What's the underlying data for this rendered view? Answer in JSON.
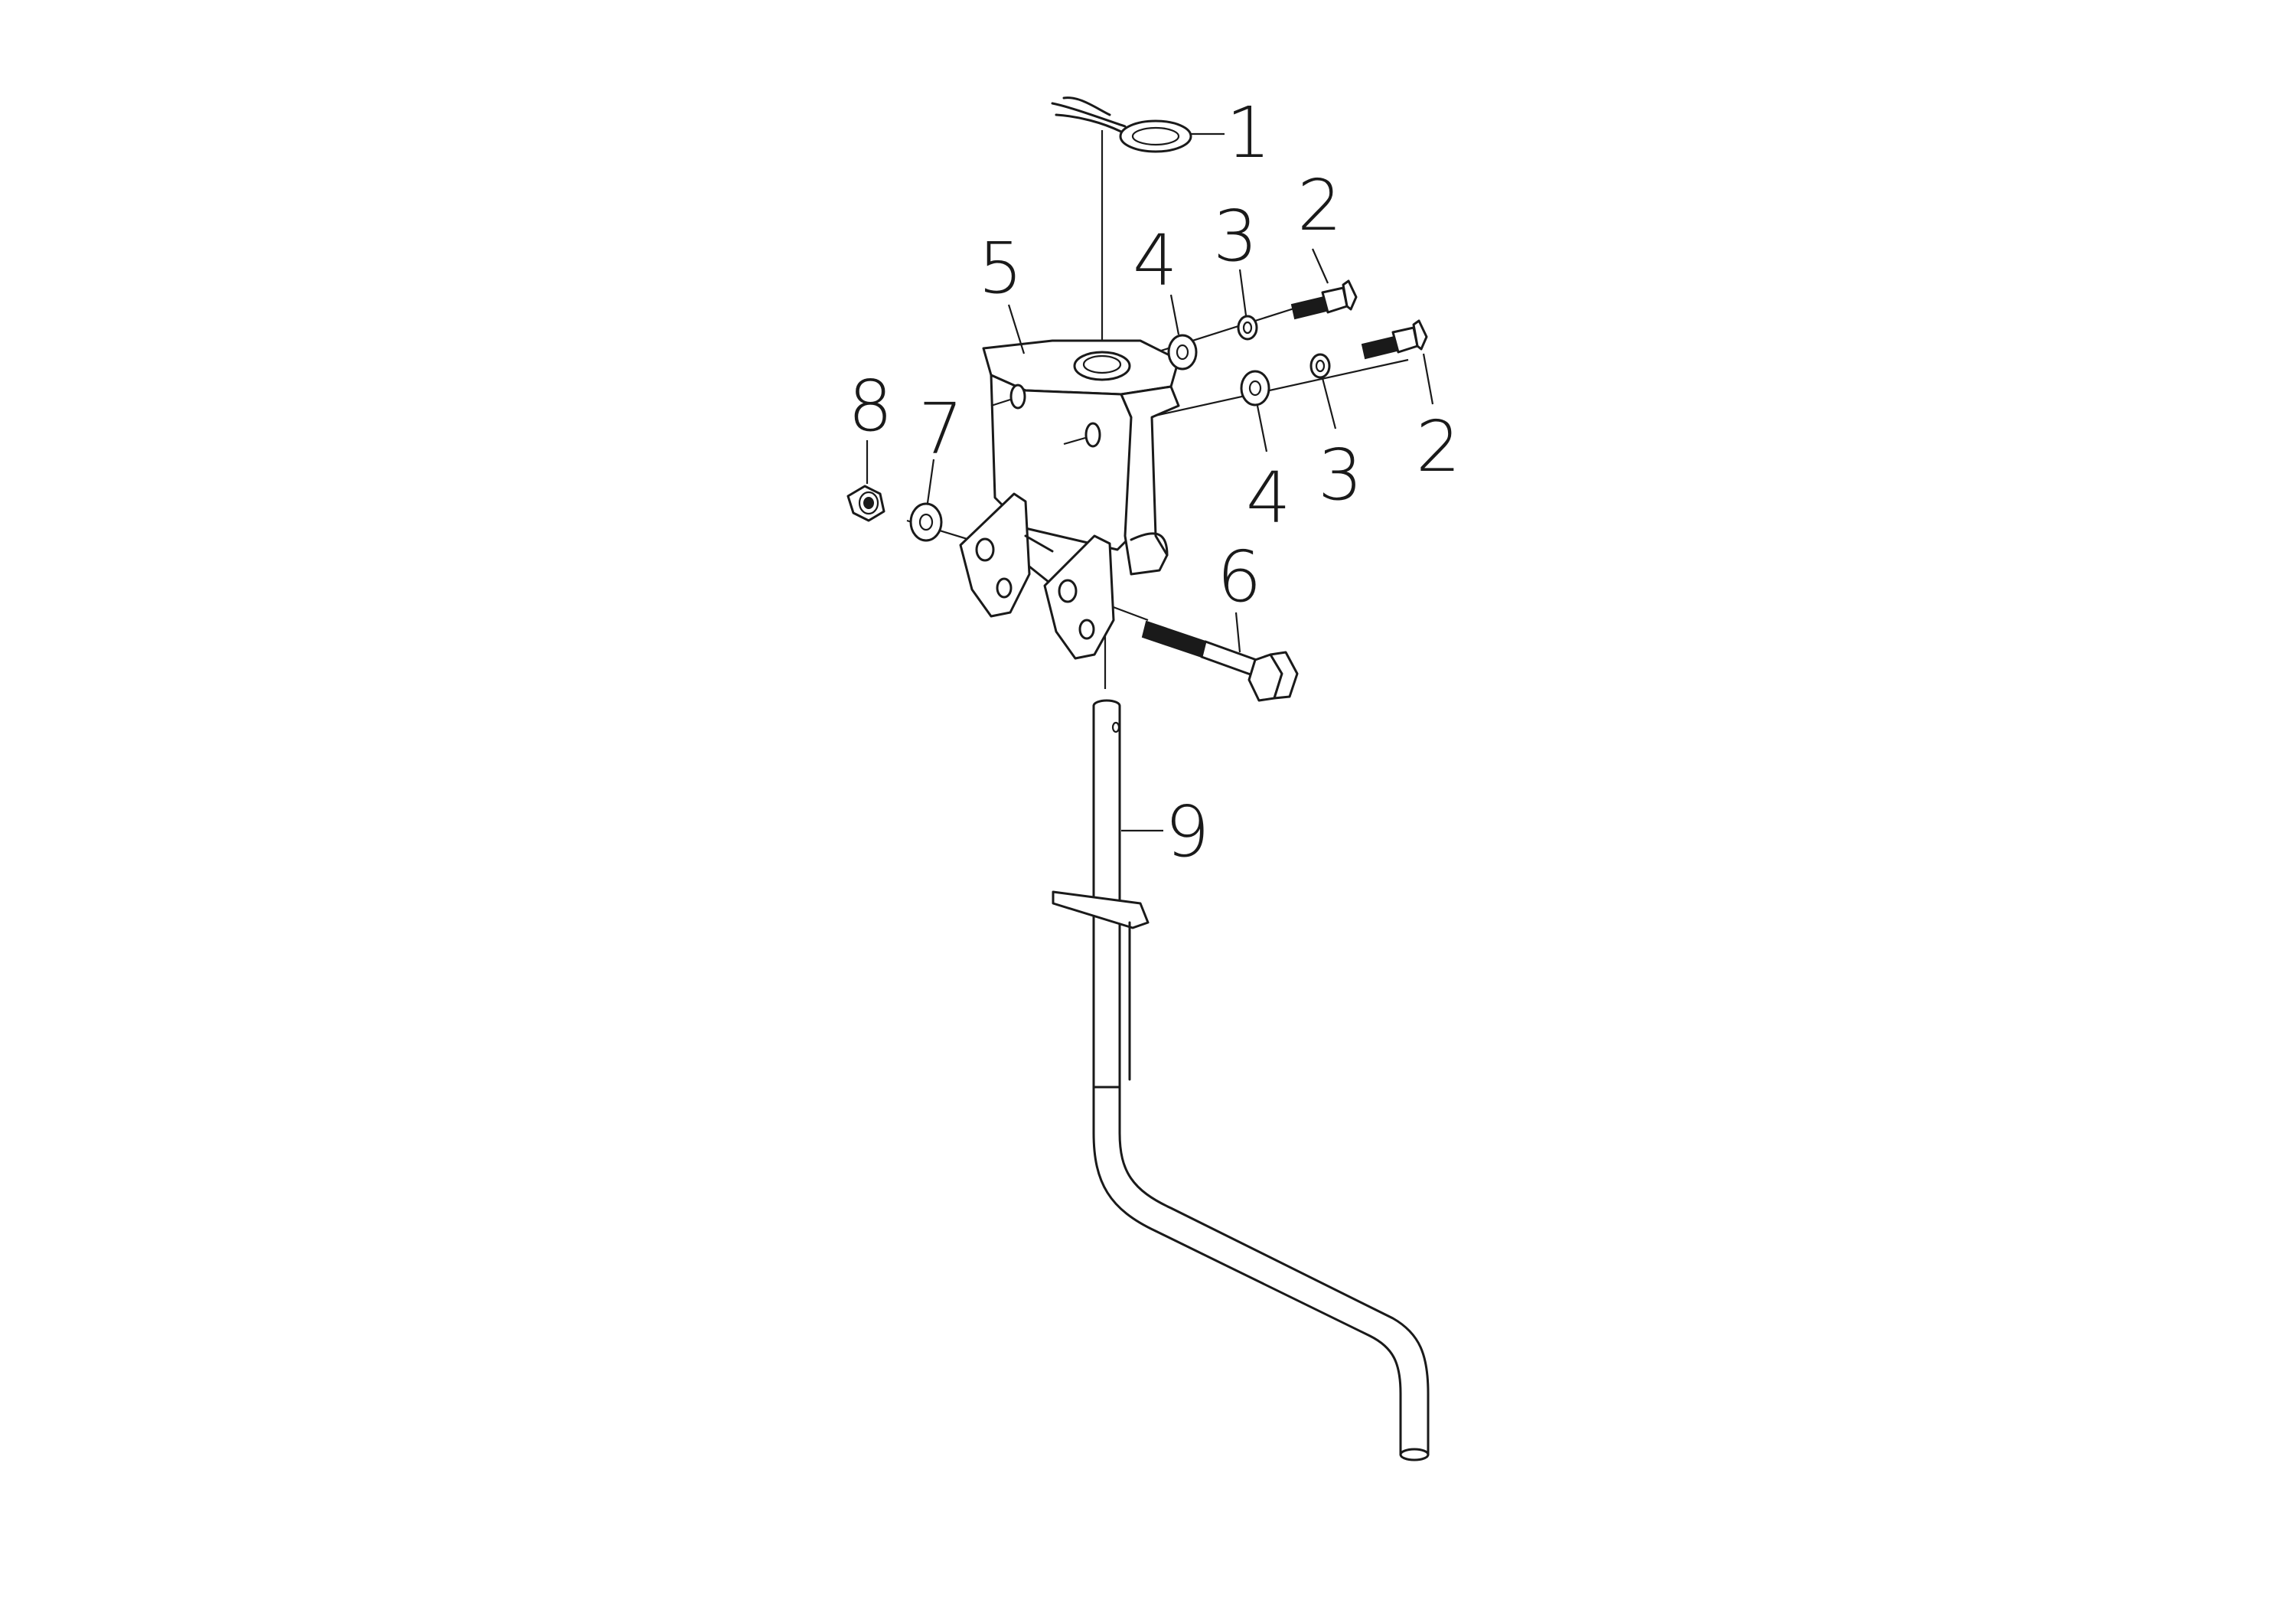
{
  "callouts": [
    {
      "id": "c1",
      "label": "1"
    },
    {
      "id": "c2a",
      "label": "2"
    },
    {
      "id": "c2b",
      "label": "2"
    },
    {
      "id": "c3a",
      "label": "3"
    },
    {
      "id": "c3b",
      "label": "3"
    },
    {
      "id": "c4a",
      "label": "4"
    },
    {
      "id": "c4b",
      "label": "4"
    },
    {
      "id": "c5",
      "label": "5"
    },
    {
      "id": "c6",
      "label": "6"
    },
    {
      "id": "c7",
      "label": "7"
    },
    {
      "id": "c8",
      "label": "8"
    },
    {
      "id": "c9",
      "label": "9"
    }
  ],
  "colors": {
    "ink": "#1a1a1a",
    "background": "#ffffff"
  }
}
